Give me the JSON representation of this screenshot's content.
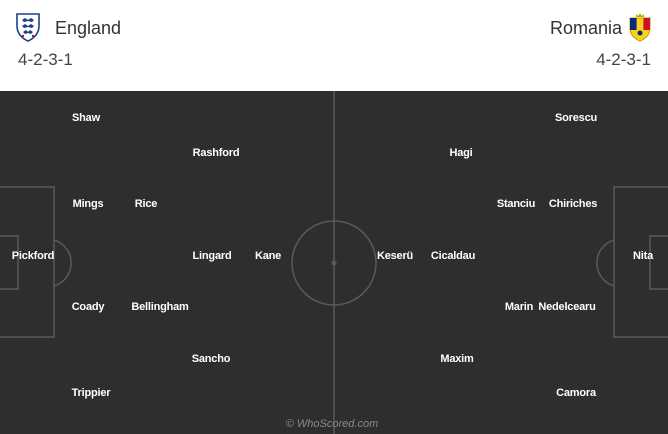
{
  "home": {
    "name": "England",
    "formation": "4-2-3-1",
    "players": [
      "Shaw",
      "Rashford",
      "Mings",
      "Rice",
      "Pickford",
      "Lingard",
      "Kane",
      "Coady",
      "Bellingham",
      "Sancho",
      "Trippier"
    ]
  },
  "away": {
    "name": "Romania",
    "formation": "4-2-3-1",
    "players": [
      "Sorescu",
      "Hagi",
      "Stanciu",
      "Chiriches",
      "Keserü",
      "Cicaldau",
      "Nita",
      "Marin",
      "Nedelcearu",
      "Maxim",
      "Camora"
    ]
  },
  "watermark": "© WhoScored.com",
  "colors": {
    "pitch": "#2e2e2e",
    "lines": "#5a5a5a",
    "player_text": "#ffffff",
    "header_bg": "#ffffff"
  }
}
